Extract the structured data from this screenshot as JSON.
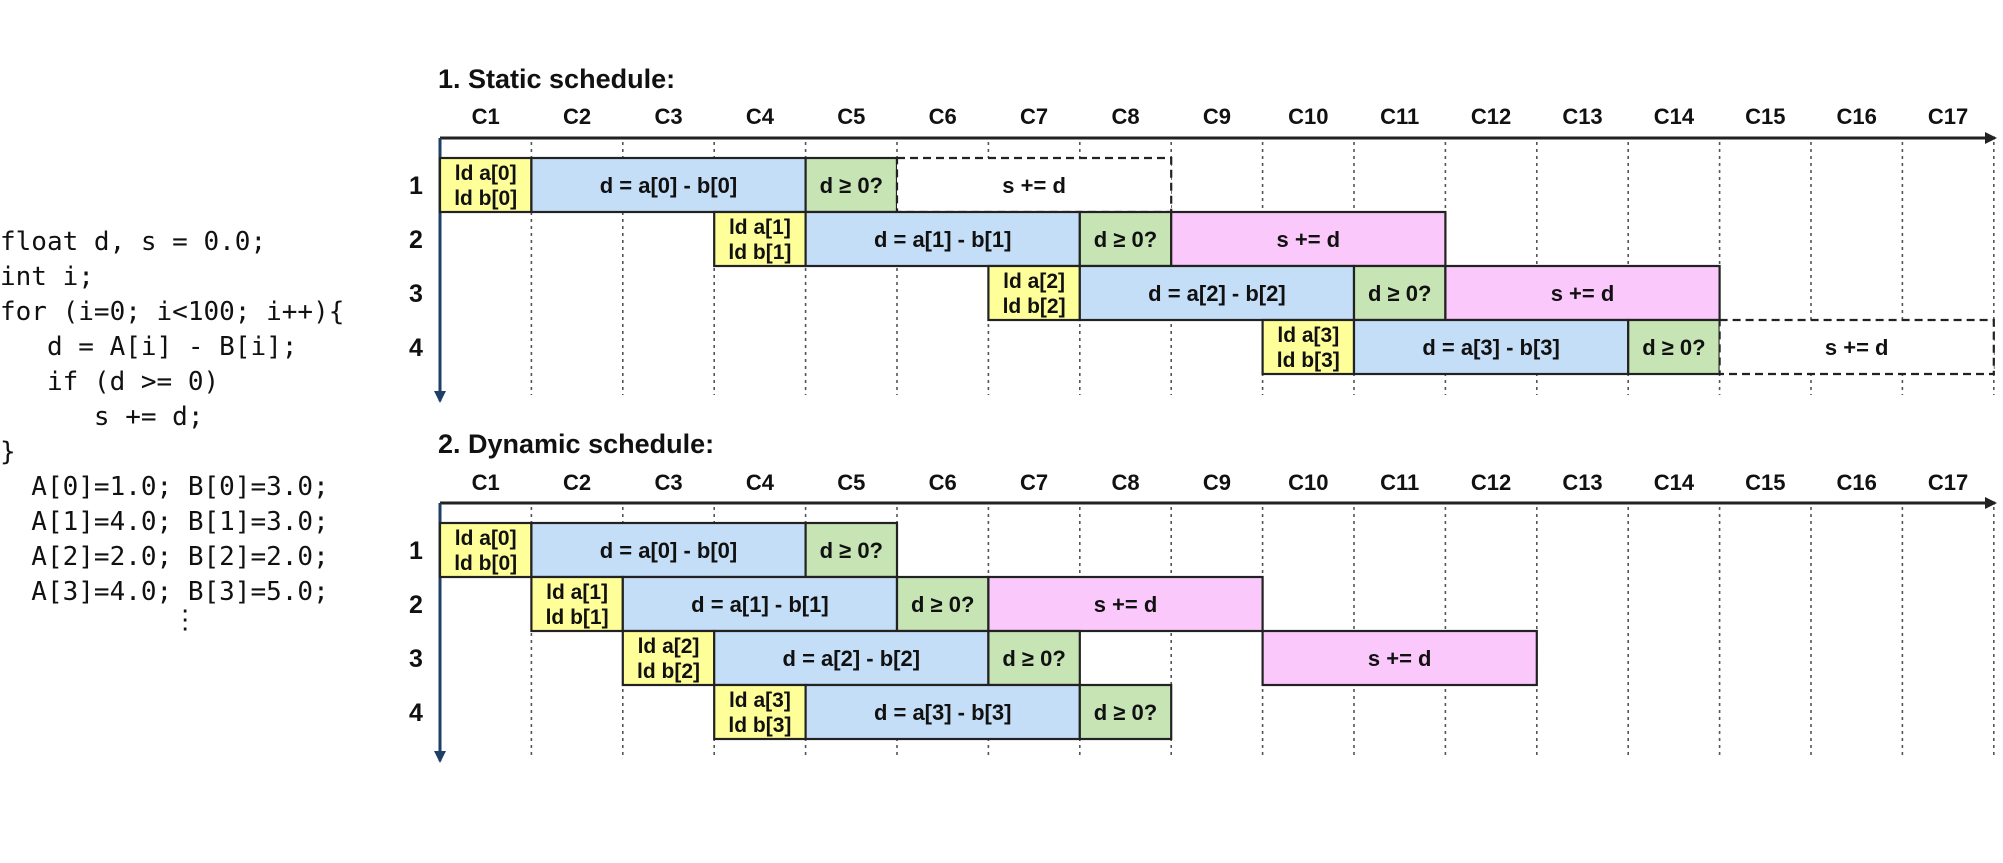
{
  "code": {
    "lines": [
      "float d, s = 0.0;",
      "int i;",
      "for (i=0; i<100; i++){",
      "   d = A[i] - B[i];",
      "   if (d >= 0)",
      "      s += d;",
      "}",
      "  A[0]=1.0; B[0]=3.0;",
      "  A[1]=4.0; B[1]=3.0;",
      "  A[2]=2.0; B[2]=2.0;",
      "  A[3]=4.0; B[3]=5.0;",
      "           ⋮"
    ]
  },
  "colors": {
    "load": "#ffff99",
    "sub": "#c5def7",
    "cmp": "#c6e4b4",
    "acc": "#fbc8fb",
    "axis": "#1f3f66",
    "border": "#222222"
  },
  "cycles": [
    "C1",
    "C2",
    "C3",
    "C4",
    "C5",
    "C6",
    "C7",
    "C8",
    "C9",
    "C10",
    "C11",
    "C12",
    "C13",
    "C14",
    "C15",
    "C16",
    "C17"
  ],
  "schedules": [
    {
      "title": "1. Static schedule:",
      "row_labels": [
        "1",
        "2",
        "3",
        "4"
      ],
      "blocks": [
        {
          "row": 1,
          "start": 1,
          "span": 1,
          "kind": "load",
          "lines": [
            "ld a[0]",
            "ld b[0]"
          ]
        },
        {
          "row": 1,
          "start": 2,
          "span": 3,
          "kind": "sub",
          "lines": [
            "d = a[0] - b[0]"
          ]
        },
        {
          "row": 1,
          "start": 5,
          "span": 1,
          "kind": "cmp",
          "lines": [
            "d ≥ 0?"
          ]
        },
        {
          "row": 1,
          "start": 6,
          "span": 3,
          "kind": "acc",
          "dashed": true,
          "lines": [
            "s += d"
          ]
        },
        {
          "row": 2,
          "start": 4,
          "span": 1,
          "kind": "load",
          "lines": [
            "ld a[1]",
            "ld b[1]"
          ]
        },
        {
          "row": 2,
          "start": 5,
          "span": 3,
          "kind": "sub",
          "lines": [
            "d = a[1] - b[1]"
          ]
        },
        {
          "row": 2,
          "start": 8,
          "span": 1,
          "kind": "cmp",
          "lines": [
            "d ≥ 0?"
          ]
        },
        {
          "row": 2,
          "start": 9,
          "span": 3,
          "kind": "acc",
          "lines": [
            "s += d"
          ]
        },
        {
          "row": 3,
          "start": 7,
          "span": 1,
          "kind": "load",
          "lines": [
            "ld a[2]",
            "ld b[2]"
          ]
        },
        {
          "row": 3,
          "start": 8,
          "span": 3,
          "kind": "sub",
          "lines": [
            "d = a[2] - b[2]"
          ]
        },
        {
          "row": 3,
          "start": 11,
          "span": 1,
          "kind": "cmp",
          "lines": [
            "d ≥ 0?"
          ]
        },
        {
          "row": 3,
          "start": 12,
          "span": 3,
          "kind": "acc",
          "lines": [
            "s += d"
          ]
        },
        {
          "row": 4,
          "start": 10,
          "span": 1,
          "kind": "load",
          "lines": [
            "ld a[3]",
            "ld b[3]"
          ]
        },
        {
          "row": 4,
          "start": 11,
          "span": 3,
          "kind": "sub",
          "lines": [
            "d = a[3] - b[3]"
          ]
        },
        {
          "row": 4,
          "start": 14,
          "span": 1,
          "kind": "cmp",
          "lines": [
            "d ≥ 0?"
          ]
        },
        {
          "row": 4,
          "start": 15,
          "span": 3,
          "kind": "acc",
          "dashed": true,
          "lines": [
            "s += d"
          ]
        }
      ]
    },
    {
      "title": "2. Dynamic schedule:",
      "row_labels": [
        "1",
        "2",
        "3",
        "4"
      ],
      "blocks": [
        {
          "row": 1,
          "start": 1,
          "span": 1,
          "kind": "load",
          "lines": [
            "ld a[0]",
            "ld b[0]"
          ]
        },
        {
          "row": 1,
          "start": 2,
          "span": 3,
          "kind": "sub",
          "lines": [
            "d = a[0] - b[0]"
          ]
        },
        {
          "row": 1,
          "start": 5,
          "span": 1,
          "kind": "cmp",
          "lines": [
            "d ≥ 0?"
          ]
        },
        {
          "row": 2,
          "start": 2,
          "span": 1,
          "kind": "load",
          "lines": [
            "ld a[1]",
            "ld b[1]"
          ]
        },
        {
          "row": 2,
          "start": 3,
          "span": 3,
          "kind": "sub",
          "lines": [
            "d = a[1] - b[1]"
          ]
        },
        {
          "row": 2,
          "start": 6,
          "span": 1,
          "kind": "cmp",
          "lines": [
            "d ≥ 0?"
          ]
        },
        {
          "row": 2,
          "start": 7,
          "span": 3,
          "kind": "acc",
          "lines": [
            "s += d"
          ]
        },
        {
          "row": 3,
          "start": 3,
          "span": 1,
          "kind": "load",
          "lines": [
            "ld a[2]",
            "ld b[2]"
          ]
        },
        {
          "row": 3,
          "start": 4,
          "span": 3,
          "kind": "sub",
          "lines": [
            "d = a[2] - b[2]"
          ]
        },
        {
          "row": 3,
          "start": 7,
          "span": 1,
          "kind": "cmp",
          "lines": [
            "d ≥ 0?"
          ]
        },
        {
          "row": 3,
          "start": 10,
          "span": 3,
          "kind": "acc",
          "lines": [
            "s += d"
          ]
        },
        {
          "row": 4,
          "start": 4,
          "span": 1,
          "kind": "load",
          "lines": [
            "ld a[3]",
            "ld b[3]"
          ]
        },
        {
          "row": 4,
          "start": 5,
          "span": 3,
          "kind": "sub",
          "lines": [
            "d = a[3] - b[3]"
          ]
        },
        {
          "row": 4,
          "start": 8,
          "span": 1,
          "kind": "cmp",
          "lines": [
            "d ≥ 0?"
          ]
        }
      ]
    }
  ]
}
